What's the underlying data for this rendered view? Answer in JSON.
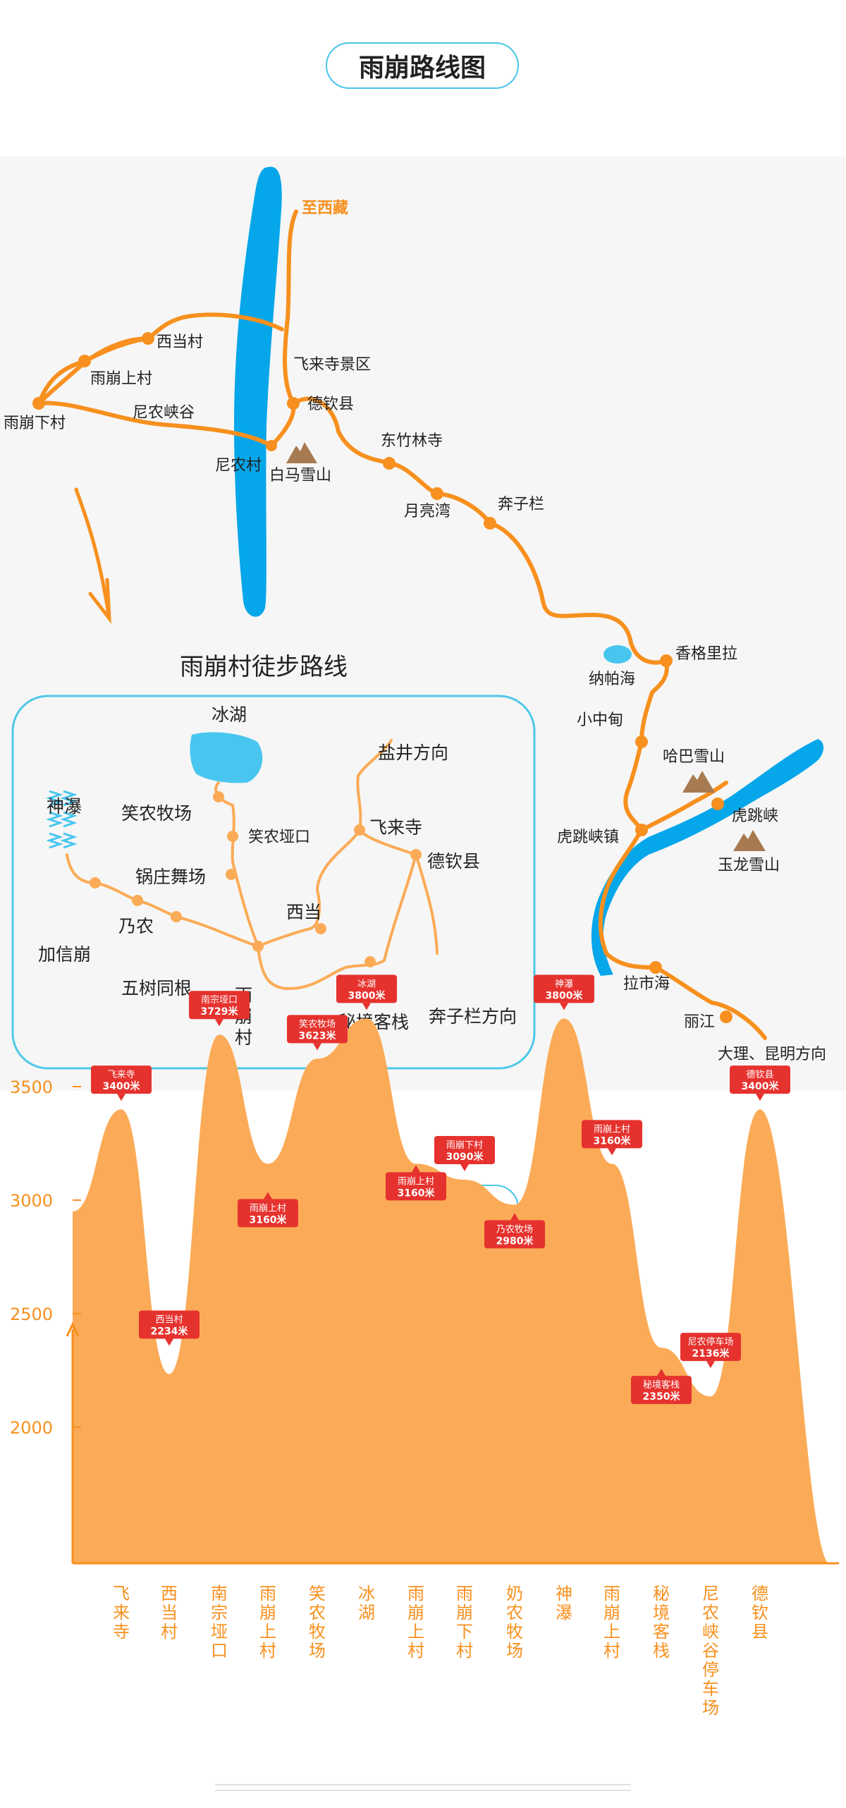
{
  "route_map": {
    "title": "雨崩路线图",
    "labels": {
      "to_tibet": "至西藏",
      "xidang": "西当村",
      "yubeng_upper": "雨崩上村",
      "yubeng_lower": "雨崩下村",
      "ninong_gorge": "尼农峡谷",
      "feilai_temple_area": "飞来寺景区",
      "deqin": "德钦县",
      "ninong_village": "尼农村",
      "baima_mountain": "白马雪山",
      "dongzhulin": "东竹林寺",
      "yueliang_bay": "月亮湾",
      "benzilan": "奔子栏",
      "napahai": "纳帕海",
      "shangri_la": "香格里拉",
      "xiaozhongdian": "小中甸",
      "haba_mountain": "哈巴雪山",
      "tiger_leaping_town": "虎跳峡镇",
      "tiger_leaping_gorge": "虎跳峡",
      "yulong_mountain": "玉龙雪山",
      "lashihai": "拉市海",
      "lijiang": "丽江",
      "dali_kunming": "大理、昆明方向"
    },
    "colors": {
      "road": "#f7901e",
      "river": "#05a6ea",
      "lake": "#48c6f0",
      "mountain": "#a87a52",
      "border": "#4fc8e8"
    }
  },
  "hiking_map": {
    "title": "雨崩村徒步路线",
    "labels": {
      "ice_lake": "冰湖",
      "xiaonong_ranch": "笑农牧场",
      "xiaonong_pass": "笑农垭口",
      "guozhuang_field": "锅庄舞场",
      "sacred_waterfall": "神瀑",
      "naino": "乃农",
      "jiaxinbeng": "加信崩",
      "wushu": "五树同根",
      "yubeng_village": "雨崩村",
      "xidang": "西当",
      "yanjing": "盐井方向",
      "feilai_temple": "飞来寺",
      "deqin": "德钦县",
      "mijing_inn": "秘境客栈",
      "benzilan_dir": "奔子栏方向"
    }
  },
  "altitude_chart": {
    "title": "雨崩海拔图",
    "y_ticks": [
      "3500",
      "3000",
      "2500",
      "2000"
    ],
    "chart_data": {
      "type": "area",
      "ylabel": "",
      "ylim": [
        1400,
        4000
      ],
      "points": [
        {
          "name": "飞来寺",
          "elev": "3400米",
          "value": 3400
        },
        {
          "name": "西当村",
          "elev": "2234米",
          "value": 2234
        },
        {
          "name": "南宗垭口",
          "elev": "3729米",
          "value": 3729
        },
        {
          "name": "雨崩上村",
          "elev": "3160米",
          "value": 3160
        },
        {
          "name": "笑农牧场",
          "elev": "3623米",
          "value": 3623
        },
        {
          "name": "冰湖",
          "elev": "3800米",
          "value": 3800
        },
        {
          "name": "雨崩上村",
          "elev": "3160米",
          "value": 3160
        },
        {
          "name": "雨崩下村",
          "elev": "3090米",
          "value": 3090
        },
        {
          "name": "乃农牧场",
          "elev": "2980米",
          "value": 2980
        },
        {
          "name": "神瀑",
          "elev": "3800米",
          "value": 3800
        },
        {
          "name": "雨崩上村",
          "elev": "3160米",
          "value": 3160
        },
        {
          "name": "秘境客栈",
          "elev": "2350米",
          "value": 2350
        },
        {
          "name": "尼农停车场",
          "elev": "2136米",
          "value": 2136
        },
        {
          "name": "德钦县",
          "elev": "3400米",
          "value": 3400
        }
      ],
      "x_labels": [
        "飞来寺",
        "西当村",
        "南宗垭口",
        "雨崩上村",
        "笑农牧场",
        "冰湖",
        "雨崩上村",
        "雨崩下村",
        "奶农牧场",
        "神瀑",
        "雨崩上村",
        "秘境客栈",
        "尼农峡谷停车场",
        "德钦县"
      ]
    },
    "colors": {
      "area": "#fbab57",
      "axis": "#f7901e",
      "callout": "#e6322e",
      "label": "#f7901e"
    }
  }
}
